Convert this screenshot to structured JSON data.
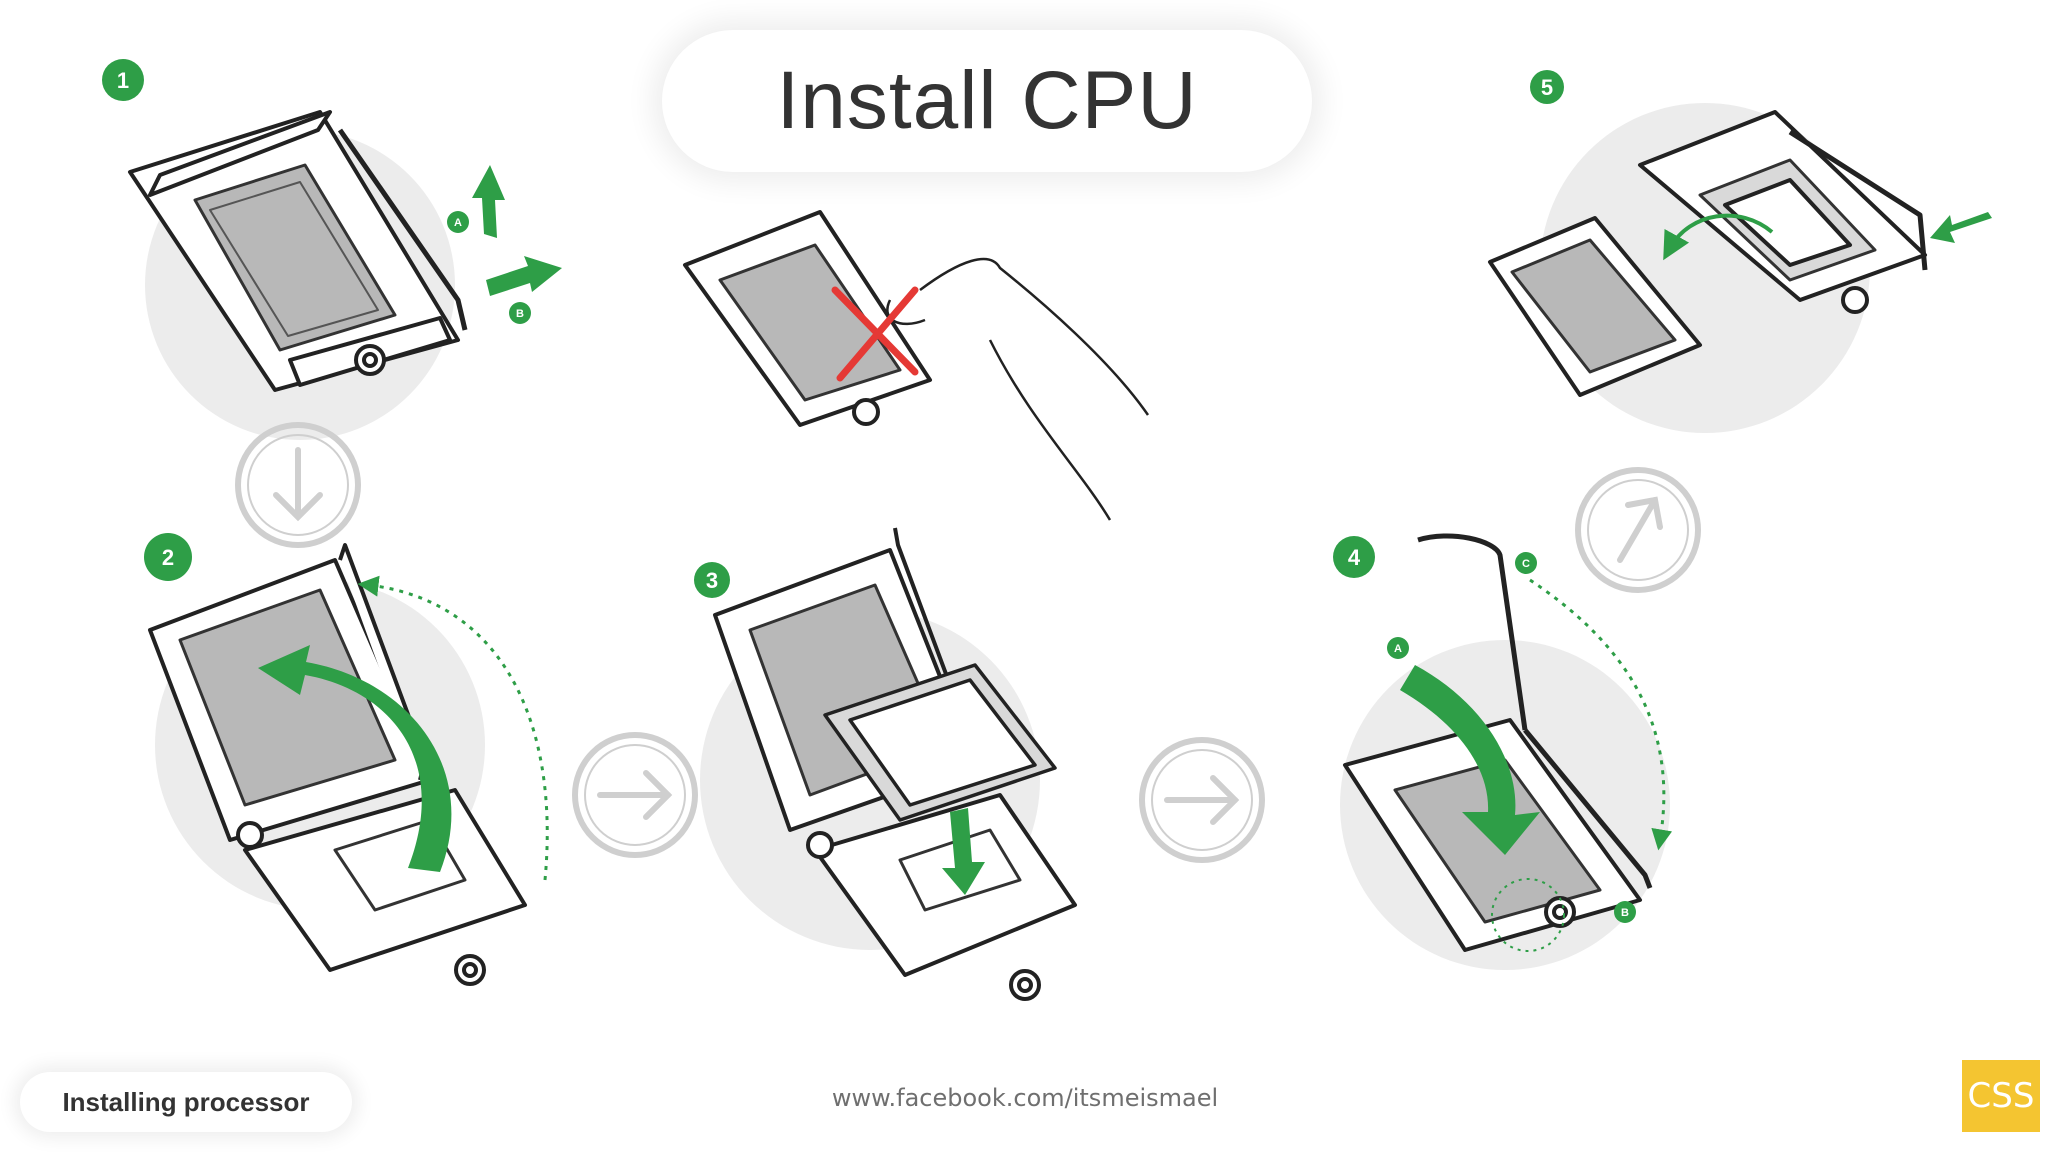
{
  "title": "Install CPU",
  "caption": "Installing processor",
  "footer_url": "www.facebook.com/itsmeismael",
  "logo_text": "CSS",
  "colors": {
    "accent": "#2e9e47",
    "cross": "#e53935",
    "logo": "#f4c531",
    "arrow_ring": "#cfcfcf"
  },
  "steps": [
    {
      "num": "1"
    },
    {
      "num": "2"
    },
    {
      "num": "3"
    },
    {
      "num": "4"
    },
    {
      "num": "5"
    }
  ],
  "markers": {
    "a": "A",
    "b": "B",
    "c": "C"
  }
}
